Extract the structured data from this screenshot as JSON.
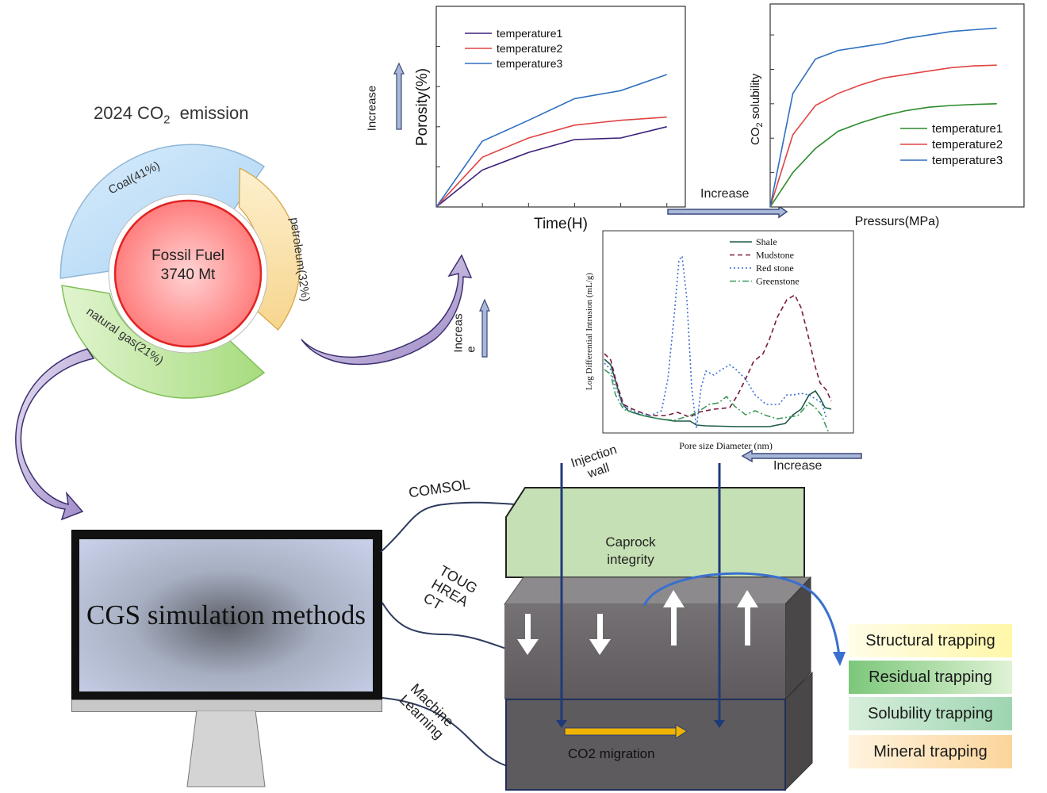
{
  "donut": {
    "title_prefix": "2024 CO",
    "title_sub": "2",
    "title_suffix": "emission",
    "center_line1": "Fossil Fuel",
    "center_line2": "3740 Mt",
    "segments": [
      {
        "label": "Coal(41%)",
        "percent": 41,
        "color": "#cfe6fa"
      },
      {
        "label": "petroleum(32%)",
        "percent": 32,
        "color": "#fbe3b0"
      },
      {
        "label": "natural gas(21%)",
        "percent": 21,
        "color": "#c9ebb0"
      }
    ]
  },
  "porosity_chart": {
    "type": "line",
    "xlabel": "Time(H)",
    "ylabel": "Porosity(%)",
    "increase_label": "Increase",
    "series": [
      {
        "name": "temperature1",
        "color": "#3b1f7a",
        "values": [
          [
            0,
            0
          ],
          [
            1,
            0.46
          ],
          [
            2,
            0.68
          ],
          [
            3,
            0.84
          ],
          [
            4,
            0.86
          ],
          [
            5,
            1.0
          ]
        ]
      },
      {
        "name": "temperature2",
        "color": "#e04444",
        "values": [
          [
            0,
            0
          ],
          [
            1,
            0.62
          ],
          [
            2,
            0.86
          ],
          [
            3,
            1.02
          ],
          [
            4,
            1.08
          ],
          [
            5,
            1.12
          ]
        ]
      },
      {
        "name": "temperature3",
        "color": "#2f6fbf",
        "values": [
          [
            0,
            0
          ],
          [
            1,
            0.82
          ],
          [
            2,
            1.08
          ],
          [
            3,
            1.35
          ],
          [
            4,
            1.45
          ],
          [
            5,
            1.65
          ]
        ]
      }
    ],
    "ylim": [
      0,
      2.5
    ],
    "xlim": [
      0,
      5.4
    ]
  },
  "solubility_chart": {
    "type": "line",
    "xlabel": "Pressurs(MPa)",
    "ylabel_prefix": "CO",
    "ylabel_sub": "2",
    "ylabel_suffix": " solubility",
    "series": [
      {
        "name": "temperature1",
        "color": "#2b8a2b",
        "values": [
          [
            0,
            0
          ],
          [
            1,
            1.0
          ],
          [
            2,
            1.7
          ],
          [
            3,
            2.2
          ],
          [
            4,
            2.45
          ],
          [
            5,
            2.65
          ],
          [
            6,
            2.8
          ],
          [
            7,
            2.9
          ],
          [
            8,
            2.95
          ],
          [
            9,
            2.98
          ],
          [
            10,
            3.0
          ]
        ]
      },
      {
        "name": "temperature2",
        "color": "#e04444",
        "values": [
          [
            0,
            0
          ],
          [
            1,
            2.1
          ],
          [
            2,
            2.95
          ],
          [
            3,
            3.3
          ],
          [
            4,
            3.55
          ],
          [
            5,
            3.75
          ],
          [
            6,
            3.85
          ],
          [
            7,
            3.95
          ],
          [
            8,
            4.05
          ],
          [
            9,
            4.1
          ],
          [
            10,
            4.12
          ]
        ]
      },
      {
        "name": "temperature3",
        "color": "#2f6fbf",
        "values": [
          [
            0,
            0
          ],
          [
            1,
            3.3
          ],
          [
            2,
            4.3
          ],
          [
            3,
            4.55
          ],
          [
            4,
            4.65
          ],
          [
            5,
            4.75
          ],
          [
            6,
            4.9
          ],
          [
            7,
            5.0
          ],
          [
            8,
            5.1
          ],
          [
            9,
            5.15
          ],
          [
            10,
            5.2
          ]
        ]
      }
    ],
    "ylim": [
      0,
      5.9
    ],
    "xlim": [
      0,
      11.2
    ]
  },
  "mid_increase_label": "Increase",
  "intrusion_chart": {
    "type": "line",
    "xlabel": "Pore size Diameter (nm)",
    "ylabel": "Log Differential Intrusion (mL/g)",
    "side_increase_label": "Increas\ne",
    "bottom_increase_label": "Increase",
    "series": [
      {
        "name": "Shale",
        "color": "#1f5a4a",
        "style": "solid"
      },
      {
        "name": "Mudstone",
        "color": "#7a1b3a",
        "style": "dashed"
      },
      {
        "name": "Red stone",
        "color": "#3b6fd0",
        "style": "dotted"
      },
      {
        "name": "Greenstone",
        "color": "#3f9a5a",
        "style": "dashdot"
      }
    ]
  },
  "monitor": {
    "title": "CGS simulation methods"
  },
  "methods": {
    "comsol": "COMSOL",
    "tough_line1": "TOUG",
    "tough_line2": "HREA",
    "tough_line3": "CT",
    "ml_line1": "Machine",
    "ml_line2": "Learning"
  },
  "reservoir": {
    "injection_line1": "Injection",
    "injection_line2": "wall",
    "caprock_line1": "Caprock",
    "caprock_line2": "integrity",
    "migration": "CO2 migration"
  },
  "trapping": [
    {
      "label": "Structural trapping",
      "color": "#fffbd0"
    },
    {
      "label": "Residual trapping",
      "color": "#8fd08a"
    },
    {
      "label": "Solubility trapping",
      "color": "#b7e0c6"
    },
    {
      "label": "Mineral trapping",
      "color": "#fde3b8"
    }
  ]
}
